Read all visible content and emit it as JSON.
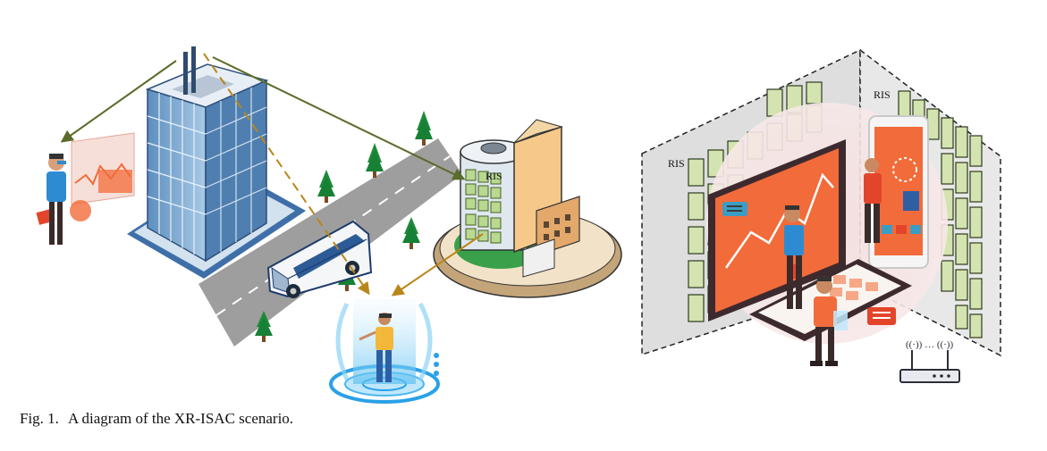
{
  "figure": {
    "labels": {
      "ris_building": "RIS",
      "ris_left_wall": "RIS",
      "ris_right_wall": "RIS"
    },
    "router_signal": "((·)) … ((·))"
  },
  "caption": {
    "number": "Fig. 1.",
    "text": "A diagram of the XR-ISAC scenario."
  },
  "colors": {
    "link_solid": "#5a6b2a",
    "link_dashed": "#b8861a",
    "road": "#9e9e9e",
    "ris_panel": "#d4e4b0",
    "wall": "#dedede",
    "accent_orange": "#f26b3a",
    "skyscraper_glass": "#7fa9cf"
  }
}
